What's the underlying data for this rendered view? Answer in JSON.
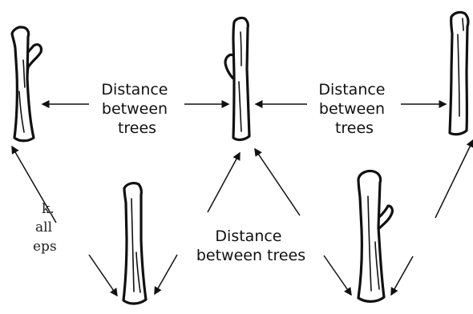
{
  "labels": {
    "top_left": [
      "Distance",
      "between",
      "trees"
    ],
    "top_right": [
      "Distance",
      "between",
      "trees"
    ],
    "bottom_middle": [
      "Distance",
      "between trees"
    ]
  },
  "clipped_side_text": [
    "k.",
    "all",
    "eps"
  ],
  "colors": {
    "ink": "#111111",
    "background": "#ffffff"
  }
}
